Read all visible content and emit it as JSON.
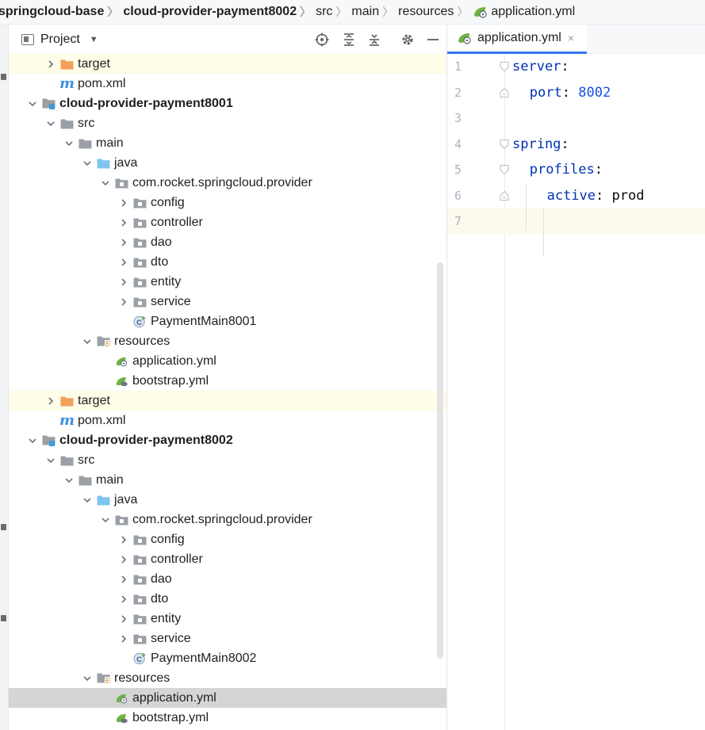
{
  "breadcrumb": [
    {
      "label": "springcloud-base",
      "bold": true
    },
    {
      "label": "cloud-provider-payment8002",
      "bold": true
    },
    {
      "label": "src",
      "bold": false
    },
    {
      "label": "main",
      "bold": false
    },
    {
      "label": "resources",
      "bold": false
    },
    {
      "label": "application.yml",
      "bold": false,
      "icon": "spring-yaml-icon"
    }
  ],
  "panel": {
    "title": "Project",
    "buttons": [
      "locate-icon",
      "expand-all-icon",
      "collapse-all-icon",
      "settings-gear-icon",
      "hide-minus-icon"
    ]
  },
  "tree": [
    {
      "label": "target",
      "depth": 2,
      "arrow": "right",
      "icon": "folder-orange",
      "highlight": true
    },
    {
      "label": "pom.xml",
      "depth": 2,
      "arrow": "none",
      "icon": "maven"
    },
    {
      "label": "cloud-provider-payment8001",
      "depth": 1,
      "arrow": "down",
      "icon": "module",
      "bold": true
    },
    {
      "label": "src",
      "depth": 2,
      "arrow": "down",
      "icon": "folder-gray"
    },
    {
      "label": "main",
      "depth": 3,
      "arrow": "down",
      "icon": "folder-gray"
    },
    {
      "label": "java",
      "depth": 4,
      "arrow": "down",
      "icon": "folder-blue"
    },
    {
      "label": "com.rocket.springcloud.provider",
      "depth": 5,
      "arrow": "down",
      "icon": "package"
    },
    {
      "label": "config",
      "depth": 6,
      "arrow": "right",
      "icon": "package"
    },
    {
      "label": "controller",
      "depth": 6,
      "arrow": "right",
      "icon": "package"
    },
    {
      "label": "dao",
      "depth": 6,
      "arrow": "right",
      "icon": "package"
    },
    {
      "label": "dto",
      "depth": 6,
      "arrow": "right",
      "icon": "package"
    },
    {
      "label": "entity",
      "depth": 6,
      "arrow": "right",
      "icon": "package"
    },
    {
      "label": "service",
      "depth": 6,
      "arrow": "right",
      "icon": "package"
    },
    {
      "label": "PaymentMain8001",
      "depth": 6,
      "arrow": "none",
      "icon": "spring-class"
    },
    {
      "label": "resources",
      "depth": 4,
      "arrow": "down",
      "icon": "folder-resources"
    },
    {
      "label": "application.yml",
      "depth": 5,
      "arrow": "none",
      "icon": "spring-yaml"
    },
    {
      "label": "bootstrap.yml",
      "depth": 5,
      "arrow": "none",
      "icon": "spring-yaml-cloud"
    },
    {
      "label": "target",
      "depth": 2,
      "arrow": "right",
      "icon": "folder-orange",
      "highlight": true
    },
    {
      "label": "pom.xml",
      "depth": 2,
      "arrow": "none",
      "icon": "maven"
    },
    {
      "label": "cloud-provider-payment8002",
      "depth": 1,
      "arrow": "down",
      "icon": "module",
      "bold": true
    },
    {
      "label": "src",
      "depth": 2,
      "arrow": "down",
      "icon": "folder-gray"
    },
    {
      "label": "main",
      "depth": 3,
      "arrow": "down",
      "icon": "folder-gray"
    },
    {
      "label": "java",
      "depth": 4,
      "arrow": "down",
      "icon": "folder-blue"
    },
    {
      "label": "com.rocket.springcloud.provider",
      "depth": 5,
      "arrow": "down",
      "icon": "package"
    },
    {
      "label": "config",
      "depth": 6,
      "arrow": "right",
      "icon": "package"
    },
    {
      "label": "controller",
      "depth": 6,
      "arrow": "right",
      "icon": "package"
    },
    {
      "label": "dao",
      "depth": 6,
      "arrow": "right",
      "icon": "package"
    },
    {
      "label": "dto",
      "depth": 6,
      "arrow": "right",
      "icon": "package"
    },
    {
      "label": "entity",
      "depth": 6,
      "arrow": "right",
      "icon": "package"
    },
    {
      "label": "service",
      "depth": 6,
      "arrow": "right",
      "icon": "package"
    },
    {
      "label": "PaymentMain8002",
      "depth": 6,
      "arrow": "none",
      "icon": "spring-class"
    },
    {
      "label": "resources",
      "depth": 4,
      "arrow": "down",
      "icon": "folder-resources"
    },
    {
      "label": "application.yml",
      "depth": 5,
      "arrow": "none",
      "icon": "spring-yaml",
      "selected": true
    },
    {
      "label": "bootstrap.yml",
      "depth": 5,
      "arrow": "none",
      "icon": "spring-yaml-cloud"
    }
  ],
  "editor": {
    "tab": {
      "label": "application.yml",
      "close": "×"
    },
    "lines": [
      {
        "num": "1",
        "key": "server",
        "colon": ":",
        "value": "",
        "value_type": "",
        "indent": 0,
        "fold": "open"
      },
      {
        "num": "2",
        "key": "port",
        "colon": ":",
        "value": "8002",
        "value_type": "number",
        "indent": 1,
        "fold": "close"
      },
      {
        "num": "3",
        "key": "",
        "colon": "",
        "value": "",
        "value_type": "",
        "indent": 0,
        "fold": ""
      },
      {
        "num": "4",
        "key": "spring",
        "colon": ":",
        "value": "",
        "value_type": "",
        "indent": 0,
        "fold": "open"
      },
      {
        "num": "5",
        "key": "profiles",
        "colon": ":",
        "value": "",
        "value_type": "",
        "indent": 1,
        "fold": "open"
      },
      {
        "num": "6",
        "key": "active",
        "colon": ":",
        "value": "prod",
        "value_type": "text",
        "indent": 2,
        "fold": "close"
      },
      {
        "num": "7",
        "key": "",
        "colon": "",
        "value": "",
        "value_type": "",
        "indent": 0,
        "fold": "",
        "current": true
      }
    ]
  },
  "colors": {
    "accent": "#3574f0",
    "yaml_key": "#0033b3",
    "yaml_number": "#1750eb",
    "folder_orange": "#f2a05a",
    "folder_blue": "#7fc4ee",
    "folder_gray": "#9aa0a6",
    "spring_green": "#6db33f"
  }
}
